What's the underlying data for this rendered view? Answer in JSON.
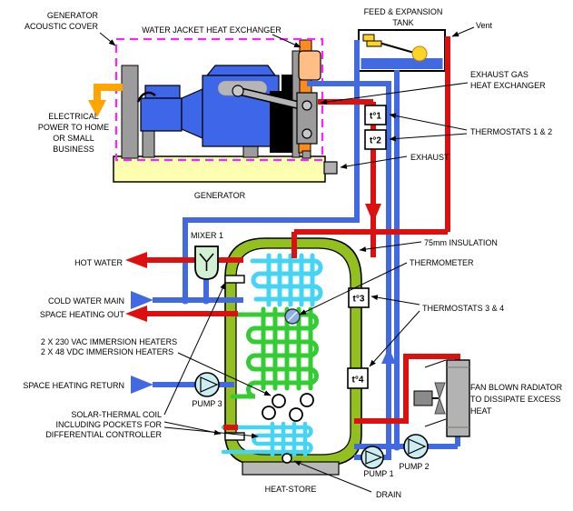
{
  "diagram": {
    "labels": {
      "generator_acoustic_cover": [
        "GENERATOR",
        "ACOUSTIC COVER"
      ],
      "water_jacket_hx": "WATER JACKET HEAT EXCHANGER",
      "feed_expansion_tank": [
        "FEED & EXPANSION",
        "TANK"
      ],
      "vent": "Vent",
      "exhaust_gas_hx": [
        "EXHAUST GAS",
        "HEAT EXCHANGER"
      ],
      "thermostats_1_2": "THERMOSTATS 1 & 2",
      "electrical_power": [
        "ELECTRICAL",
        "POWER TO HOME",
        "OR SMALL",
        "BUSINESS"
      ],
      "exhaust": "EXHAUST",
      "generator": "GENERATOR",
      "mixer1": "MIXER 1",
      "hot_water": "HOT WATER",
      "cold_water_main": "COLD WATER MAIN",
      "space_heating_out": "SPACE HEATING OUT",
      "immersion_heaters": [
        "2 X 230 VAC IMMERSION HEATERS",
        "2 X 48 VDC IMMERSION HEATERS"
      ],
      "space_heating_return": "SPACE HEATING RETURN",
      "pump3": "PUMP 3",
      "solar_coil": [
        "SOLAR-THERMAL COIL",
        "INCLUDING POCKETS FOR",
        "DIFFERENTIAL CONTROLLER"
      ],
      "insulation": "75mm INSULATION",
      "thermometer": "THERMOMETER",
      "thermostats_3_4": "THERMOSTATS 3 & 4",
      "t1": "t°1",
      "t2": "t°2",
      "t3": "t°3",
      "t4": "t°4",
      "fan_radiator": [
        "FAN BLOWN RADIATOR",
        "TO DISSIPATE EXCESS",
        "HEAT"
      ],
      "pump1": "PUMP 1",
      "pump2": "PUMP 2",
      "heat_store": "HEAT-STORE",
      "drain": "DRAIN"
    },
    "colors": {
      "hot_pipe": "#dd1010",
      "cold_pipe": "#4169e1",
      "insulation_green": "#93c01f",
      "coil_cyan": "#45d5f2",
      "coil_green": "#33cc33",
      "electrical_orange": "#ffa500",
      "acoustic_cover_magenta": "#ff22ff",
      "engine_blue": "#3d66e8",
      "base_yellow": "#ffffb0",
      "salmon_block": "#ffbe85",
      "pump_fill": "#cceef2",
      "mixer_fill": "#d2f0d2",
      "float_yellow": "#ffd427",
      "radiator_gray": "#b3b3b3",
      "thermometer_fill": "#8cb0e8"
    }
  }
}
